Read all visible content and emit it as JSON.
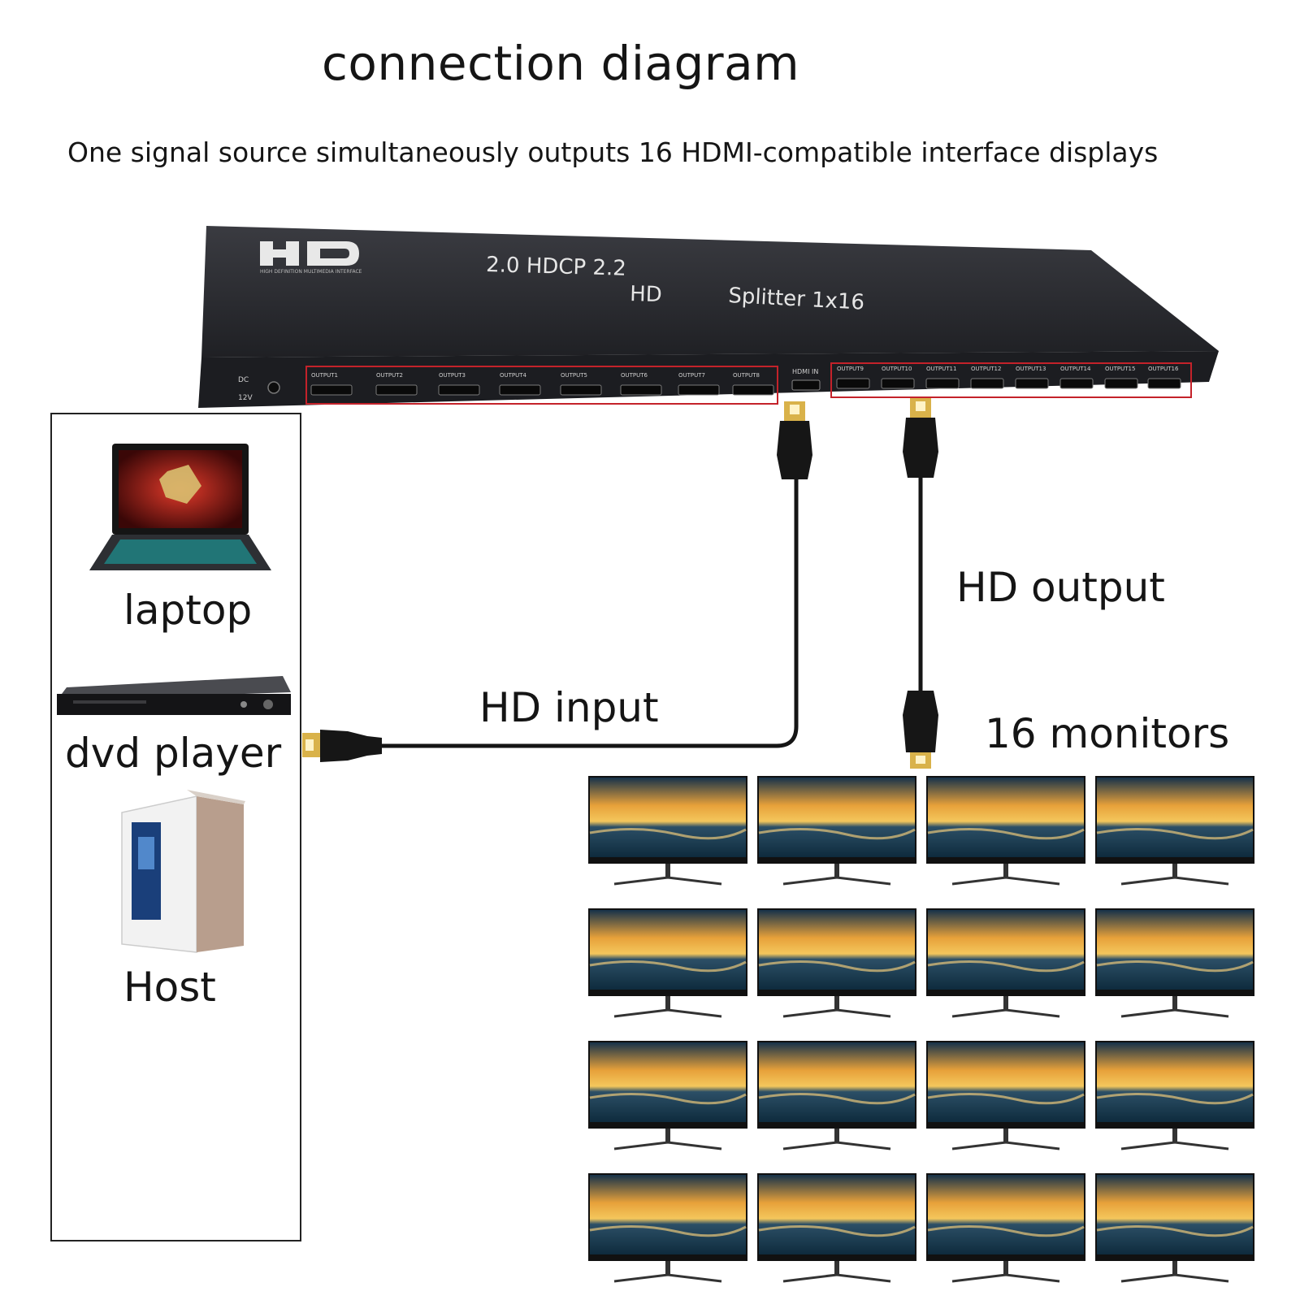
{
  "title": "connection diagram",
  "subtitle": "One signal source simultaneously outputs 16 HDMI-compatible interface displays",
  "device": {
    "logo": "HD",
    "logo_small": "HIGH DEFINITION MULTIMEDIA INTERFACE",
    "line1": "2.0 HDCP 2.2",
    "line2": "HD",
    "line3": "Splitter 1x16",
    "power_label": "DC 12V",
    "input_port": "HDMI IN",
    "output_ports": [
      "OUTPUT1",
      "OUTPUT2",
      "OUTPUT3",
      "OUTPUT4",
      "OUTPUT5",
      "OUTPUT6",
      "OUTPUT7",
      "OUTPUT8",
      "OUTPUT9",
      "OUTPUT10",
      "OUTPUT11",
      "OUTPUT12",
      "OUTPUT13",
      "OUTPUT14",
      "OUTPUT15",
      "OUTPUT16"
    ]
  },
  "sources": [
    {
      "label": "laptop",
      "icon": "laptop-icon"
    },
    {
      "label": "dvd player",
      "icon": "dvd-player-icon"
    },
    {
      "label": "Host",
      "icon": "desktop-tower-icon"
    }
  ],
  "labels": {
    "input": "HD input",
    "output": "HD output",
    "monitors": "16 monitors"
  },
  "monitor_count": 16,
  "colors": {
    "device_body": "#2a2b30",
    "port_frame": "#c4222a",
    "cable": "#151515",
    "gold": "#d9b24a"
  }
}
